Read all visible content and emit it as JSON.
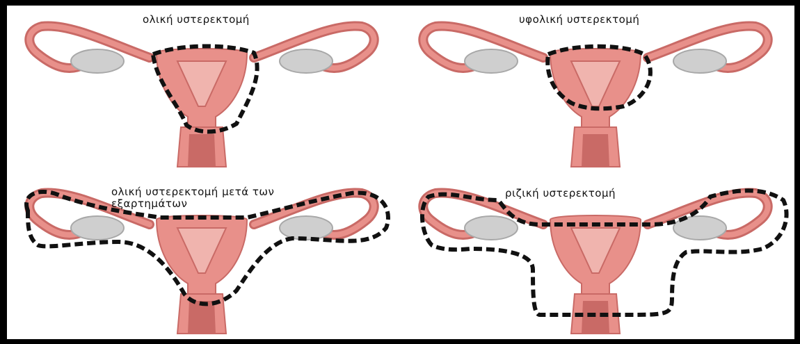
{
  "panels": [
    {
      "label": "ολική υστερεκτομή",
      "variant": "total"
    },
    {
      "label": "υφολική υστερεκτομή",
      "variant": "subtotal"
    },
    {
      "label": "ολική υστερεκτομή μετά των εξαρτημάτων",
      "variant": "total-adnexa"
    },
    {
      "label": "ριζική υστερεκτομή",
      "variant": "radical"
    }
  ],
  "colors": {
    "uterus": "#e8908a",
    "uterus_dark": "#c96a66",
    "uterus_inner": "#f0b4ae",
    "ovary": "#cfcfcf",
    "ovary_edge": "#a8a8a8",
    "border": "#000000",
    "cut_line": "#111111"
  }
}
